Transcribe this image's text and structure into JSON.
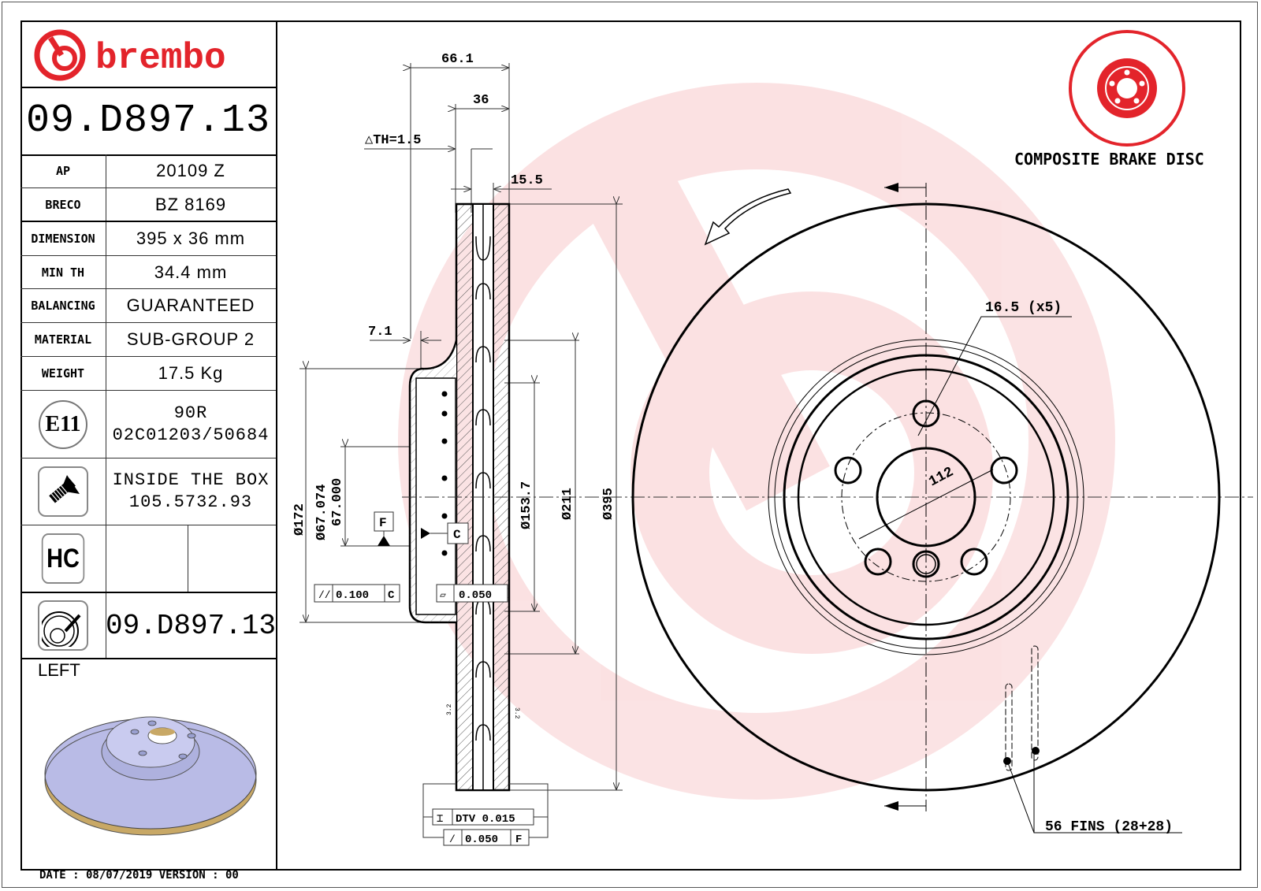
{
  "brand": {
    "name": "brembo",
    "color": "#e3242b"
  },
  "part_number": "09.D897.13",
  "specs": [
    {
      "label": "AP",
      "value": "20109 Z"
    },
    {
      "label": "BRECO",
      "value": "BZ 8169"
    },
    {
      "label": "DIMENSION",
      "value": "395 x 36 mm"
    },
    {
      "label": "MIN TH",
      "value": "34.4 mm"
    },
    {
      "label": "BALANCING",
      "value": "GUARANTEED"
    },
    {
      "label": "MATERIAL",
      "value": "SUB-GROUP 2"
    },
    {
      "label": "WEIGHT",
      "value": "17.5 Kg"
    }
  ],
  "approval": {
    "badge": "E11",
    "line1": "90R",
    "line2": "02C01203/50684"
  },
  "screw": {
    "line1": "INSIDE THE BOX",
    "line2": "105.5732.93"
  },
  "hc": {
    "badge": "HC"
  },
  "marking": {
    "part_number": "09.D897.13"
  },
  "side": "LEFT",
  "footer": {
    "text": "DATE : 08/07/2019 VERSION : 00"
  },
  "disc_type": {
    "label": "COMPOSITE BRAKE DISC"
  },
  "section_dims": {
    "overall_height": "66.1",
    "thickness": "36",
    "delta_th": "△TH=1.5",
    "rib": "15.5",
    "hat_offset": "7.1",
    "d172": "Ø172",
    "d67": "Ø67.074",
    "d67b": "67.000",
    "d153": "Ø153.7",
    "d211": "Ø211",
    "d395": "Ø395",
    "datum_f": "F",
    "datum_c": "C",
    "parallel_tol": "0.100",
    "parallel_ref": "C",
    "flatness_tol": "0.050",
    "dtv": "DTV 0.015",
    "runout_tol": "0.050",
    "runout_ref": "F",
    "roughness_left": "3.2",
    "roughness_right": "3.2"
  },
  "front_view": {
    "bolt_hole": "16.5 (x5)",
    "pcd": "112",
    "fins": "56 FINS (28+28)"
  }
}
